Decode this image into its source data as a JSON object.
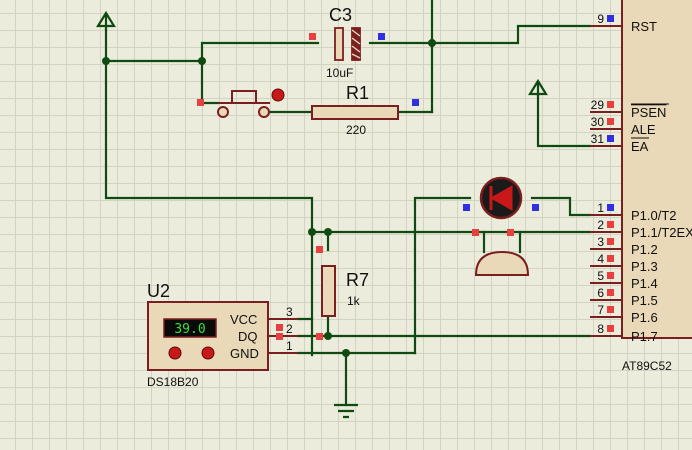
{
  "components": {
    "c3": {
      "ref": "C3",
      "value": "10uF"
    },
    "r1": {
      "ref": "R1",
      "value": "220"
    },
    "r7": {
      "ref": "R7",
      "value": "1k"
    },
    "u2": {
      "ref": "U2",
      "part": "DS18B20",
      "display": "39.0",
      "pins": [
        "VCC",
        "DQ",
        "GND"
      ],
      "pin_numbers": [
        "3",
        "2",
        "1"
      ]
    },
    "mcu": {
      "part": "AT89C52",
      "pins": [
        {
          "num": "9",
          "label": "RST"
        },
        {
          "num": "29",
          "label": "PSEN"
        },
        {
          "num": "30",
          "label": "ALE"
        },
        {
          "num": "31",
          "label": "EA"
        },
        {
          "num": "1",
          "label": "P1.0/T2"
        },
        {
          "num": "2",
          "label": "P1.1/T2EX"
        },
        {
          "num": "3",
          "label": "P1.2"
        },
        {
          "num": "4",
          "label": "P1.3"
        },
        {
          "num": "5",
          "label": "P1.4"
        },
        {
          "num": "6",
          "label": "P1.5"
        },
        {
          "num": "7",
          "label": "P1.6"
        },
        {
          "num": "8",
          "label": "P1.7"
        }
      ]
    }
  },
  "colors": {
    "wire": "#0e4a12",
    "body": "#ead9b8",
    "outline": "#7a1f1f",
    "pin_red": "#e84040",
    "pin_blue": "#3030e0"
  }
}
